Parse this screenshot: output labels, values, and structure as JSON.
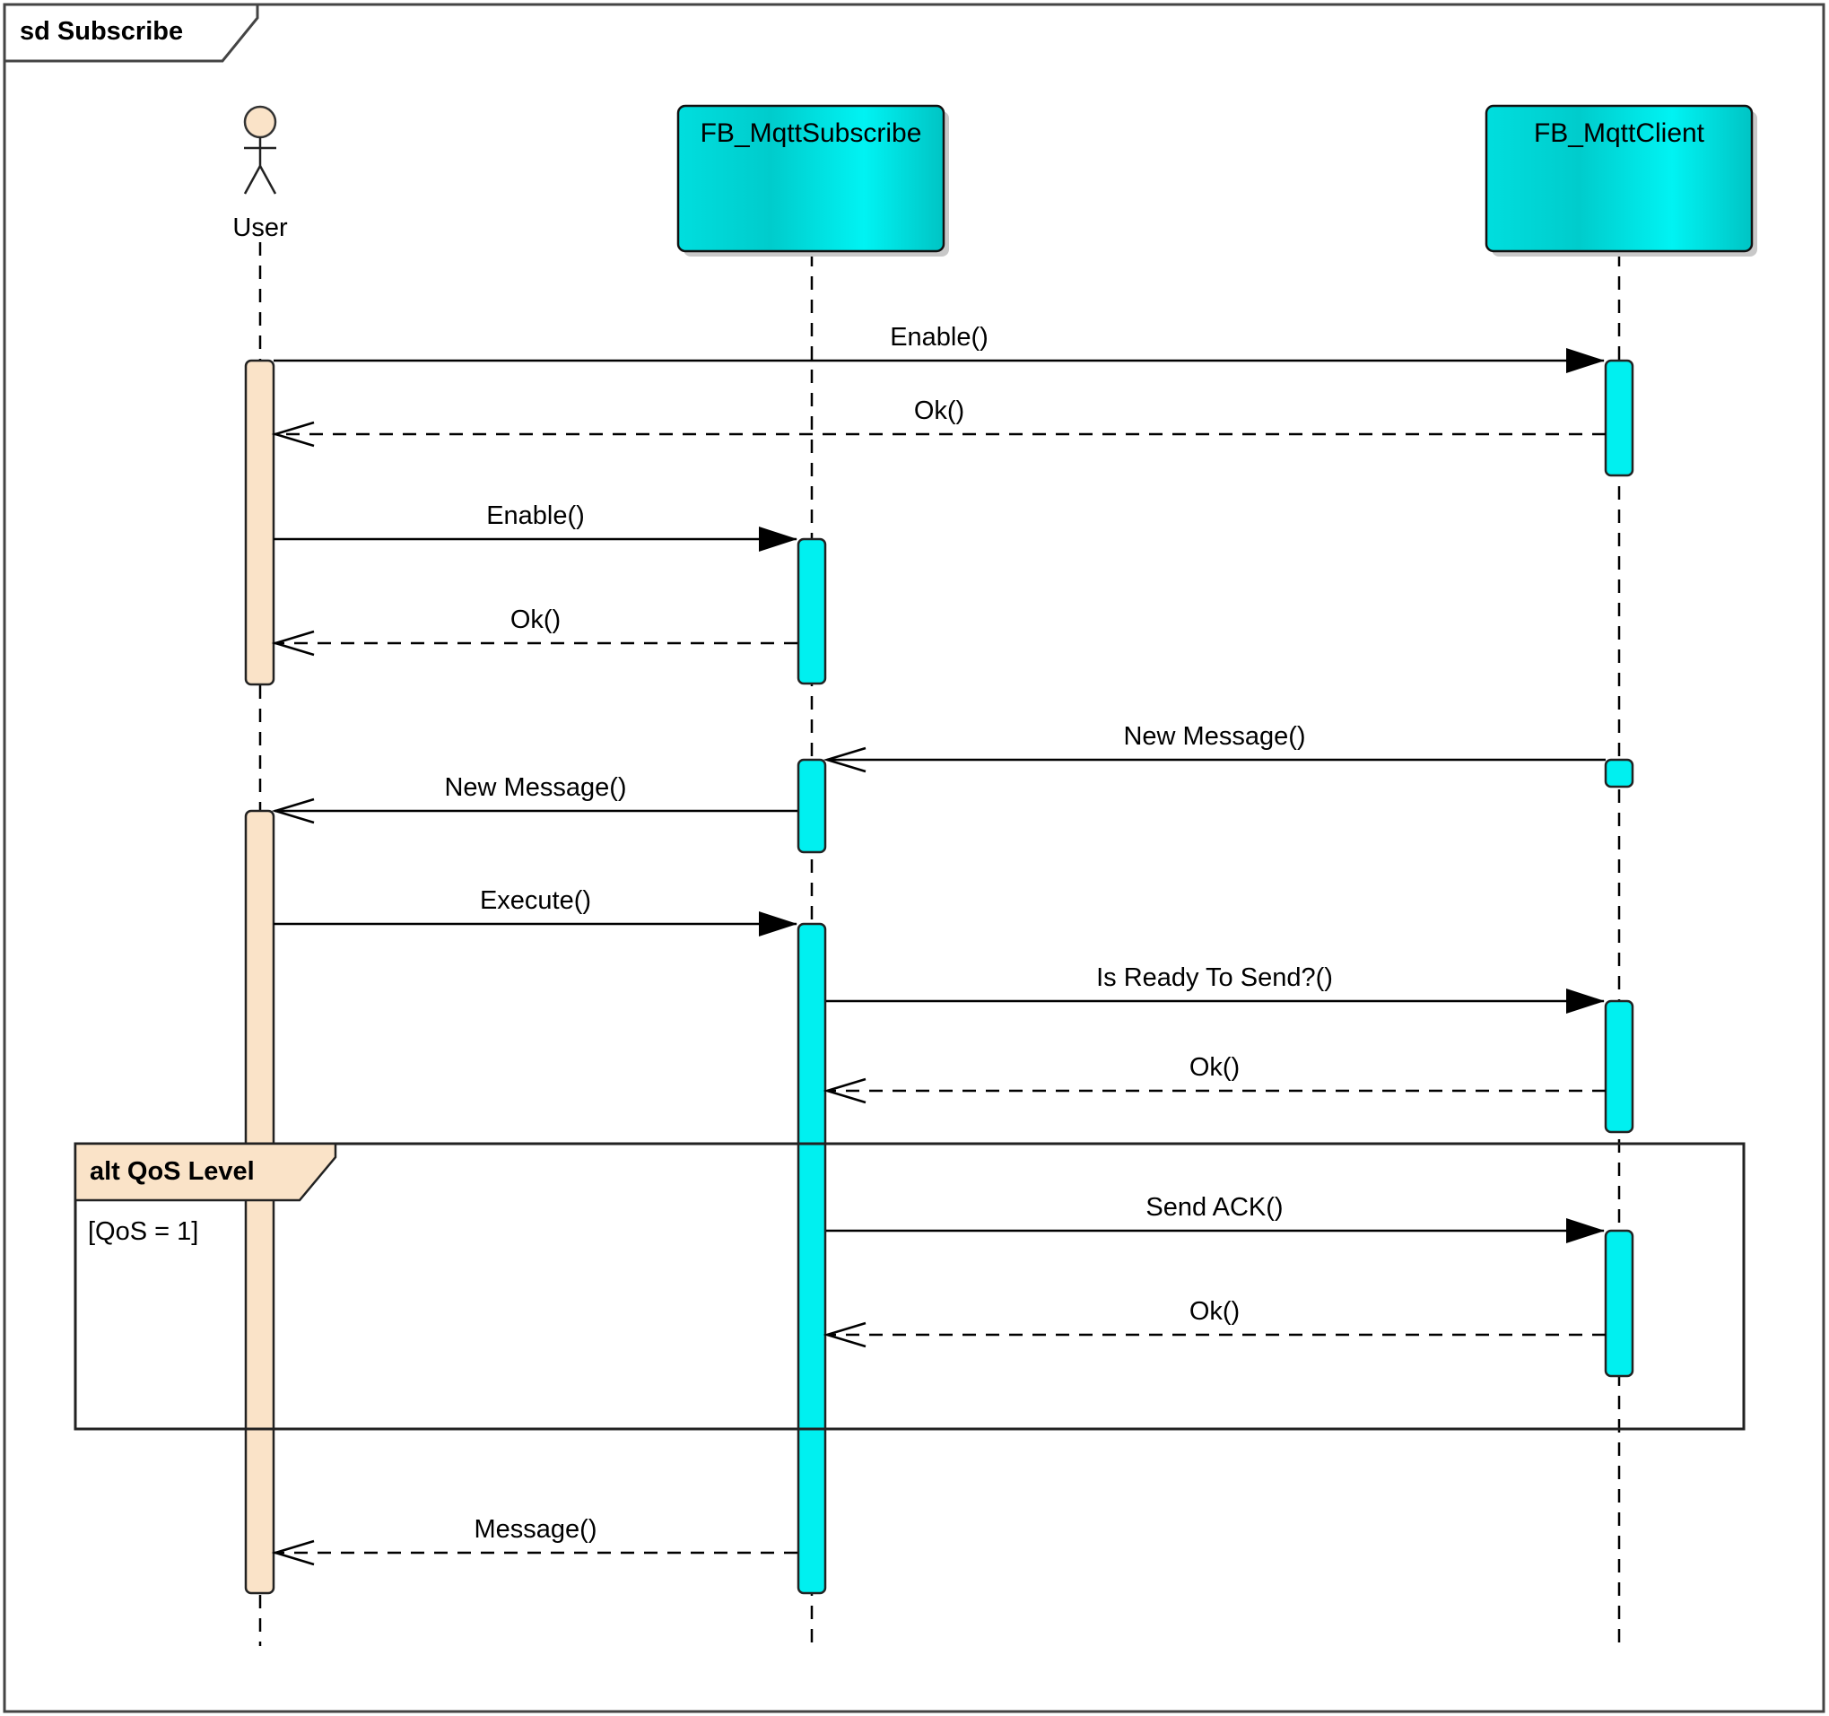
{
  "frame": {
    "title": "sd Subscribe"
  },
  "lifelines": {
    "user": {
      "label": "User",
      "kind": "actor"
    },
    "subscribe": {
      "label": "FB_MqttSubscribe",
      "kind": "object"
    },
    "client": {
      "label": "FB_MqttClient",
      "kind": "object"
    }
  },
  "messages": [
    {
      "label": "Enable()",
      "from": "User",
      "to": "FB_MqttClient",
      "style": "call"
    },
    {
      "label": "Ok()",
      "from": "FB_MqttClient",
      "to": "User",
      "style": "return"
    },
    {
      "label": "Enable()",
      "from": "User",
      "to": "FB_MqttSubscribe",
      "style": "call"
    },
    {
      "label": "Ok()",
      "from": "FB_MqttSubscribe",
      "to": "User",
      "style": "return"
    },
    {
      "label": "New Message()",
      "from": "FB_MqttClient",
      "to": "FB_MqttSubscribe",
      "style": "async"
    },
    {
      "label": "New Message()",
      "from": "FB_MqttSubscribe",
      "to": "User",
      "style": "async"
    },
    {
      "label": "Execute()",
      "from": "User",
      "to": "FB_MqttSubscribe",
      "style": "call"
    },
    {
      "label": "Is Ready To Send?()",
      "from": "FB_MqttSubscribe",
      "to": "FB_MqttClient",
      "style": "call"
    },
    {
      "label": "Ok()",
      "from": "FB_MqttClient",
      "to": "FB_MqttSubscribe",
      "style": "return"
    },
    {
      "label": "Send ACK()",
      "from": "FB_MqttSubscribe",
      "to": "FB_MqttClient",
      "style": "call"
    },
    {
      "label": "Ok()",
      "from": "FB_MqttClient",
      "to": "FB_MqttSubscribe",
      "style": "return"
    },
    {
      "label": "Message()",
      "from": "FB_MqttSubscribe",
      "to": "User",
      "style": "return"
    }
  ],
  "fragment": {
    "title": "alt QoS Level",
    "guard": "[QoS = 1]"
  },
  "colors": {
    "actor_activation": "#fae3c8",
    "object_fill": "#00e5e5",
    "activation": "#00f0f0",
    "line": "#000000"
  }
}
